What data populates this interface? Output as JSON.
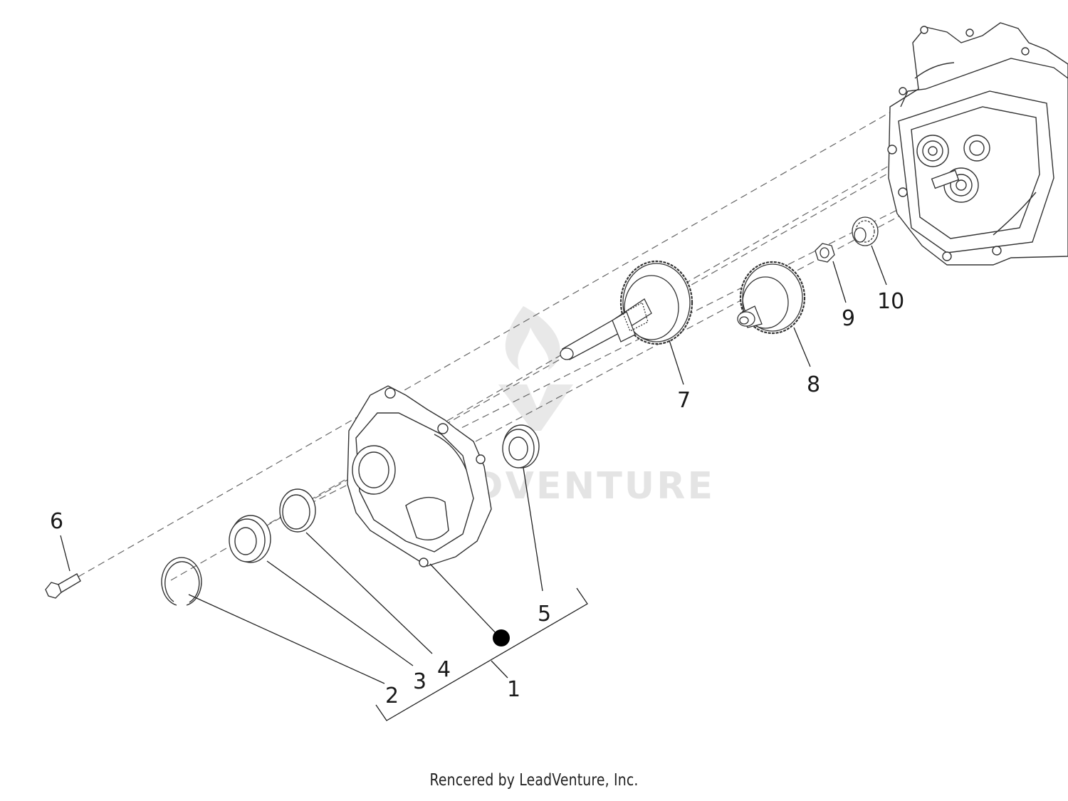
{
  "diagram": {
    "callouts": [
      {
        "id": "1",
        "label": "1"
      },
      {
        "id": "2",
        "label": "2"
      },
      {
        "id": "3",
        "label": "3"
      },
      {
        "id": "4",
        "label": "4"
      },
      {
        "id": "5",
        "label": "5"
      },
      {
        "id": "6",
        "label": "6"
      },
      {
        "id": "7",
        "label": "7"
      },
      {
        "id": "8",
        "label": "8"
      },
      {
        "id": "9",
        "label": "9"
      },
      {
        "id": "10",
        "label": "10"
      }
    ],
    "watermark_text": "LEADVENTURE",
    "credit": "Rencered by LeadVenture, Inc."
  }
}
